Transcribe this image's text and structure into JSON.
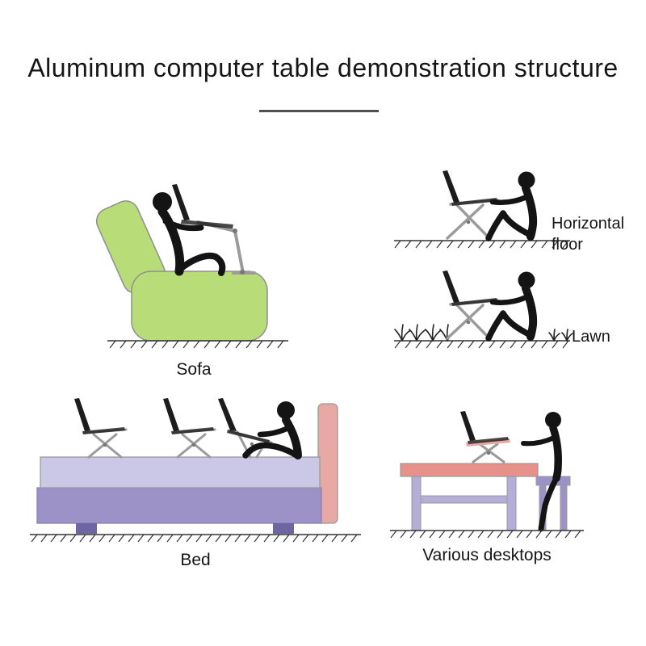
{
  "title": "Aluminum computer table demonstration structure",
  "scenes": {
    "sofa": {
      "label": "Sofa"
    },
    "horizontal_floor": {
      "label": "Horizontal floor"
    },
    "lawn": {
      "label": "Lawn"
    },
    "bed": {
      "label": "Bed"
    },
    "desktops": {
      "label": "Various desktops"
    }
  },
  "colors": {
    "sofa_green": "#b7dc78",
    "bed_mattress": "#cbc7e6",
    "bed_base": "#9c92c8",
    "bed_leg": "#6e66a2",
    "headboard_pink": "#e8a8a3",
    "desk_pink": "#e8908a",
    "desk_leg_purple": "#b5aed9",
    "stool_purple": "#9c92c8",
    "figure_black": "#141414",
    "stand_gray": "#9b9b9b",
    "laptop_dark": "#1c1c1c"
  }
}
